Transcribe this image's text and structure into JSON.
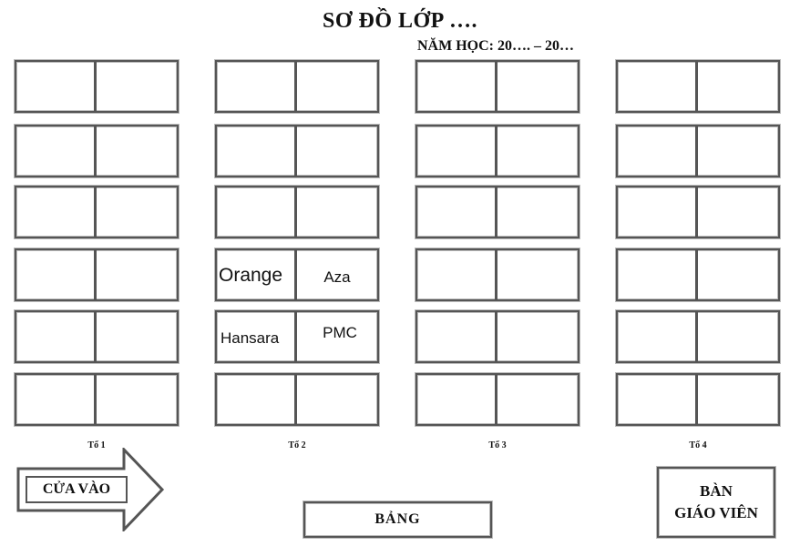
{
  "title": "SƠ ĐỒ LỚP ….",
  "school_year": "NĂM HỌC: 20…. – 20…",
  "groups": [
    {
      "label": "Tổ 1",
      "desks": [
        [
          "",
          ""
        ],
        [
          "",
          ""
        ],
        [
          "",
          ""
        ],
        [
          "",
          ""
        ],
        [
          "",
          ""
        ],
        [
          "",
          ""
        ]
      ]
    },
    {
      "label": "Tổ 2",
      "desks": [
        [
          "",
          ""
        ],
        [
          "",
          ""
        ],
        [
          "",
          ""
        ],
        [
          "Orange",
          "Aza"
        ],
        [
          "Hansara",
          "PMC"
        ],
        [
          "",
          ""
        ]
      ]
    },
    {
      "label": "Tổ 3",
      "desks": [
        [
          "",
          ""
        ],
        [
          "",
          ""
        ],
        [
          "",
          ""
        ],
        [
          "",
          ""
        ],
        [
          "",
          ""
        ],
        [
          "",
          ""
        ]
      ]
    },
    {
      "label": "Tổ 4",
      "desks": [
        [
          "",
          ""
        ],
        [
          "",
          ""
        ],
        [
          "",
          ""
        ],
        [
          "",
          ""
        ],
        [
          "",
          ""
        ],
        [
          "",
          ""
        ]
      ]
    }
  ],
  "door_label": "CỬA VÀO",
  "board_label": "BẢNG",
  "teacher_desk": {
    "line1": "BÀN",
    "line2": "GIÁO VIÊN"
  },
  "colors": {
    "border": "#555555",
    "background": "#ffffff",
    "text": "#111111"
  }
}
